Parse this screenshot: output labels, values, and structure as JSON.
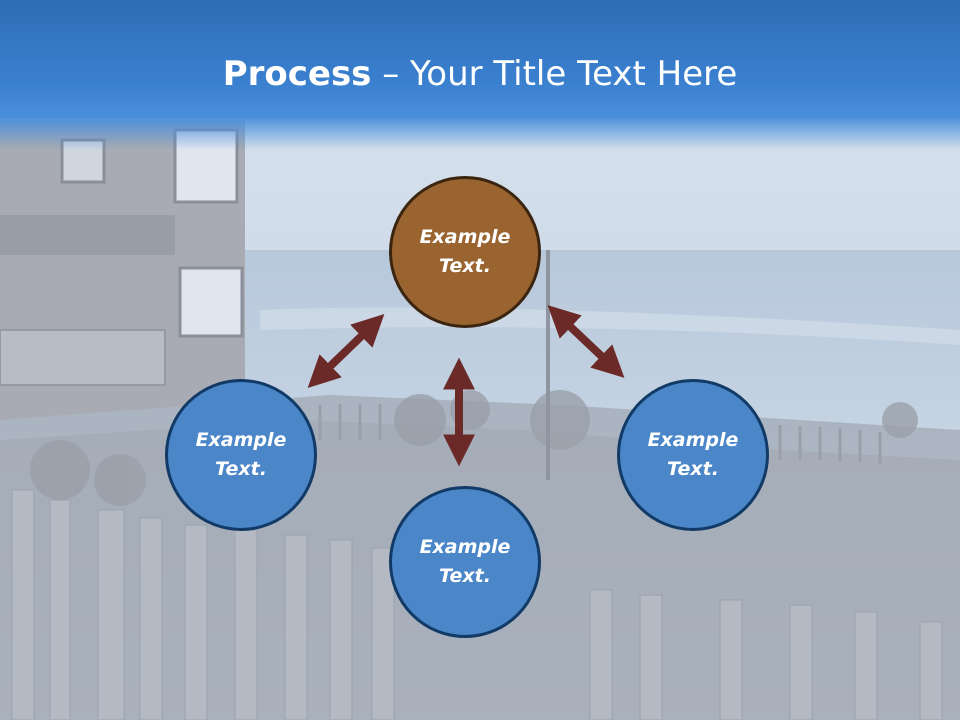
{
  "slide": {
    "title_strong": "Process",
    "title_rest": " – Your Title Text Here"
  },
  "nodes": {
    "top": {
      "label": "Example Text.",
      "color": "#9a6430"
    },
    "left": {
      "label": "Example Text.",
      "color": "#4a86c8"
    },
    "right": {
      "label": "Example Text.",
      "color": "#4a86c8"
    },
    "bottom": {
      "label": "Example Text.",
      "color": "#4a86c8"
    }
  },
  "colors": {
    "title_bar": "#2d6db5",
    "arrow": "#6b2a28",
    "node_border": "#123a66"
  },
  "background": {
    "icon": "coastal-house-fence-photo"
  }
}
